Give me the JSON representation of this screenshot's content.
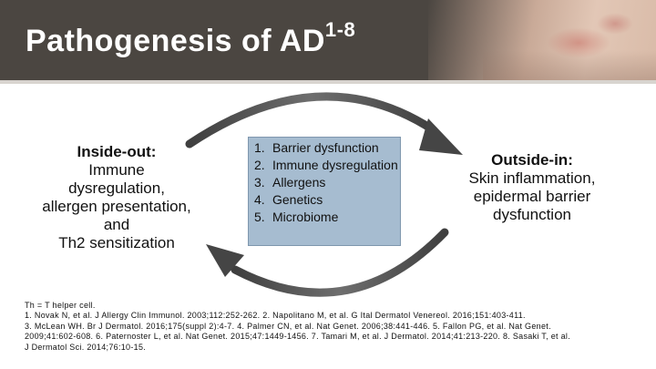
{
  "header": {
    "title": "Pathogenesis of AD",
    "title_superscript": "1-8",
    "background_color": "#4b4641"
  },
  "cycle": {
    "inside_out": {
      "heading": "Inside-out:",
      "lines": [
        "Immune",
        "dysregulation,",
        "allergen presentation,",
        "and",
        "Th2 sensitization"
      ]
    },
    "outside_in": {
      "heading": "Outside-in:",
      "lines": [
        "Skin inflammation,",
        "epidermal barrier",
        "dysfunction"
      ]
    },
    "center_box": {
      "fill_color": "#a6bcd0",
      "items": [
        {
          "num": "1.",
          "text": "Barrier dysfunction"
        },
        {
          "num": "2.",
          "text": "Immune dysregulation"
        },
        {
          "num": "3.",
          "text": "Allergens"
        },
        {
          "num": "4.",
          "text": "Genetics"
        },
        {
          "num": "5.",
          "text": "Microbiome"
        }
      ]
    },
    "arrow_color": "#4d4d4d"
  },
  "footnotes": {
    "abbreviation": "Th = T helper cell.",
    "ref1": "1. Novak N, et al. J Allergy Clin Immunol. 2003;112:252-262. 2. Napolitano M, et al. G Ital Dermatol Venereol. 2016;151:403-411.",
    "ref2": "3. McLean WH. Br J Dermatol. 2016;175(suppl 2):4-7. 4. Palmer CN, et al. Nat Genet. 2006;38:441-446. 5. Fallon PG, et al. Nat Genet.",
    "ref3": "2009;41:602-608. 6. Paternoster L, et al. Nat Genet. 2015;47:1449-1456. 7. Tamari M, et al. J Dermatol. 2014;41:213-220. 8. Sasaki T, et al.",
    "ref4": "J Dermatol Sci. 2014;76:10-15."
  }
}
